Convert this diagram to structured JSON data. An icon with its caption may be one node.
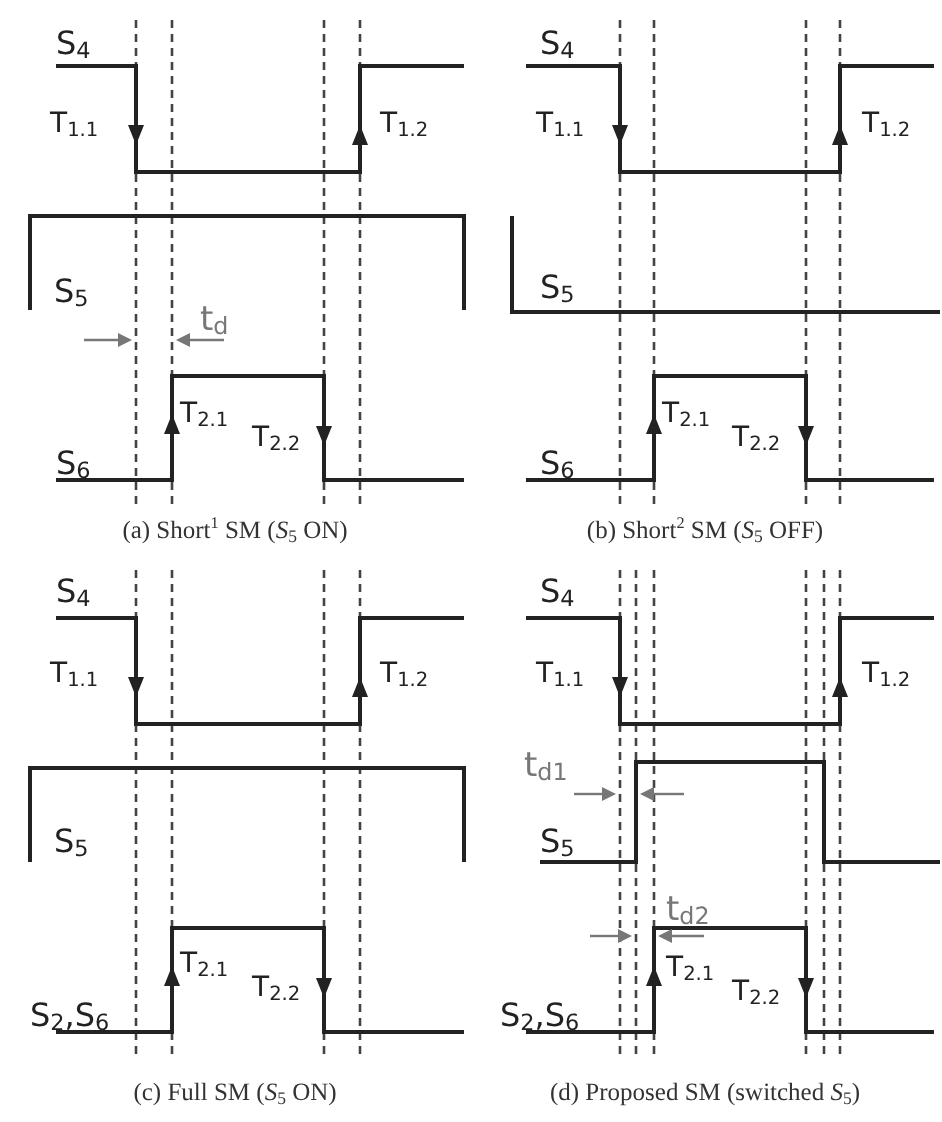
{
  "diagram": {
    "labels": [
      "S$_{4}$",
      "T$_{1.1}$",
      "T$_{1.2}$",
      "S$_{5}$",
      "t$_{d}$",
      "T$_{2.1}$",
      "T$_{2.2}$",
      "S$_{6}$",
      "(a) Short$^{1}$ SM (*S*$_{5}$ ON)",
      "S$_{4}$",
      "T$_{1.1}$",
      "T$_{1.2}$",
      "S$_{5}$",
      "T$_{2.1}$",
      "T$_{2.2}$",
      "S$_{6}$",
      "(b) Short$^{2}$ SM (*S*$_{5}$ OFF)",
      "S$_{4}$",
      "T$_{1.1}$",
      "T$_{1.2}$",
      "S$_{5}$",
      "T$_{2.1}$",
      "T$_{2.2}$",
      "S$_{2}$,S$_{6}$",
      "(c) Full SM (*S*$_{5}$ ON)",
      "S$_{4}$",
      "T$_{1.1}$",
      "T$_{1.2}$",
      "t$_{d1}$",
      "S$_{5}$",
      "t$_{d2}$",
      "T$_{2.1}$",
      "T$_{2.2}$",
      "S$_{2}$,S$_{6}$",
      "(d) Proposed SM (switched *S*$_{5}$)"
    ]
  }
}
